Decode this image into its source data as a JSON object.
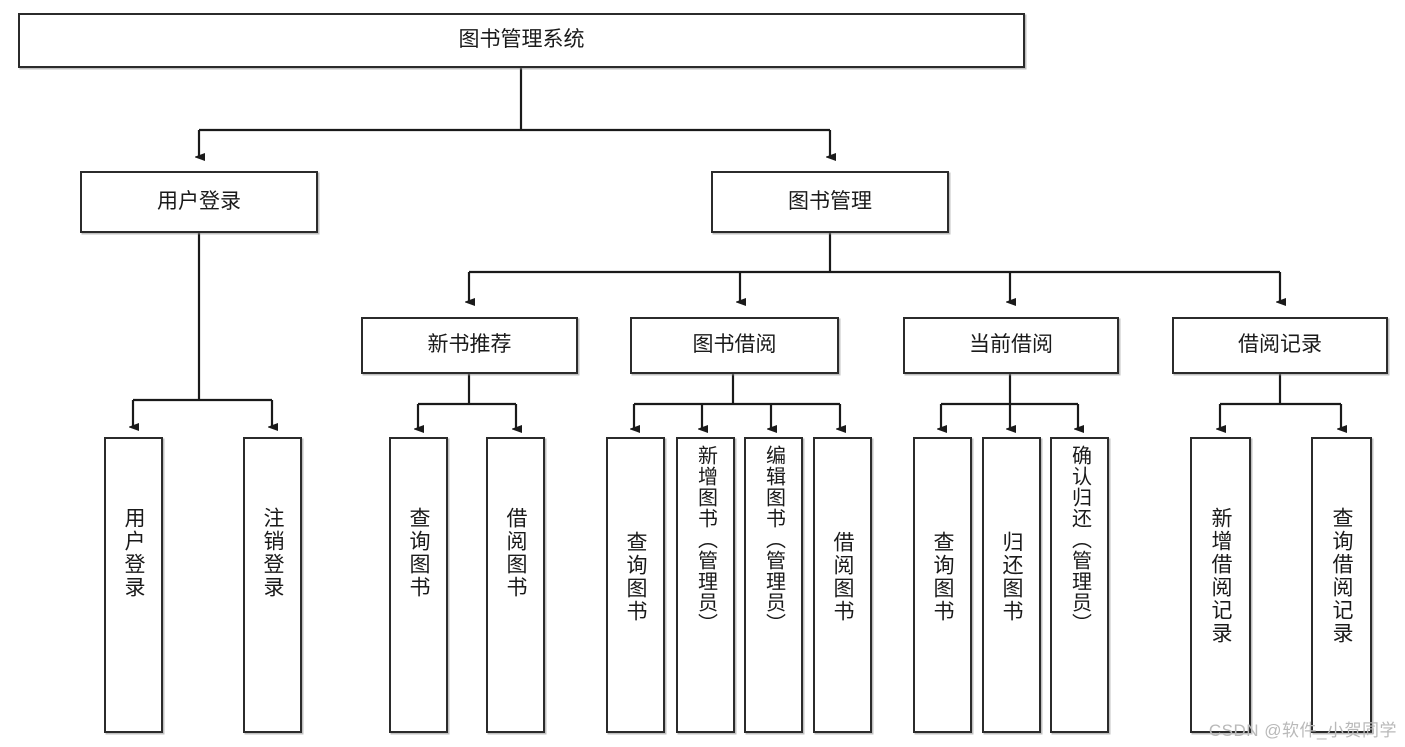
{
  "diagram": {
    "title": "图书管理系统",
    "type": "hierarchy-tree",
    "levels": 4,
    "nodes": {
      "root": {
        "label": "图书管理系统"
      },
      "level2": [
        {
          "id": "user-login",
          "label": "用户登录"
        },
        {
          "id": "book-manage",
          "label": "图书管理"
        }
      ],
      "level3": [
        {
          "id": "new-book-recommend",
          "label": "新书推荐"
        },
        {
          "id": "book-borrow",
          "label": "图书借阅"
        },
        {
          "id": "current-borrow",
          "label": "当前借阅"
        },
        {
          "id": "borrow-record",
          "label": "借阅记录"
        }
      ],
      "leaves": {
        "user_login": [
          {
            "id": "leaf-user-login",
            "label": "用户登录"
          },
          {
            "id": "leaf-logout-login",
            "label": "注销登录"
          }
        ],
        "new_book_recommend": [
          {
            "id": "leaf-query-book-1",
            "label": "查询图书"
          },
          {
            "id": "leaf-borrow-book-1",
            "label": "借阅图书"
          }
        ],
        "book_borrow": [
          {
            "id": "leaf-query-book-2",
            "label": "查询图书"
          },
          {
            "id": "leaf-add-book",
            "label": "新增图书（管理员）"
          },
          {
            "id": "leaf-edit-book",
            "label": "编辑图书（管理员）"
          },
          {
            "id": "leaf-borrow-book-2",
            "label": "借阅图书"
          }
        ],
        "current_borrow": [
          {
            "id": "leaf-query-book-3",
            "label": "查询图书"
          },
          {
            "id": "leaf-return-book",
            "label": "归还图书"
          },
          {
            "id": "leaf-confirm-return",
            "label": "确认归还（管理员）"
          }
        ],
        "borrow_record": [
          {
            "id": "leaf-add-borrow-record",
            "label": "新增借阅记录"
          },
          {
            "id": "leaf-query-borrow-record",
            "label": "查询借阅记录"
          }
        ]
      }
    },
    "colors": {
      "border": "#2b2b2b",
      "fill": "#ffffff",
      "text": "#1a1a1a",
      "connector": "#1a1a1a",
      "watermark": "#b9b9b9"
    }
  },
  "watermark": {
    "text": "CSDN @软件_小贺同学"
  }
}
